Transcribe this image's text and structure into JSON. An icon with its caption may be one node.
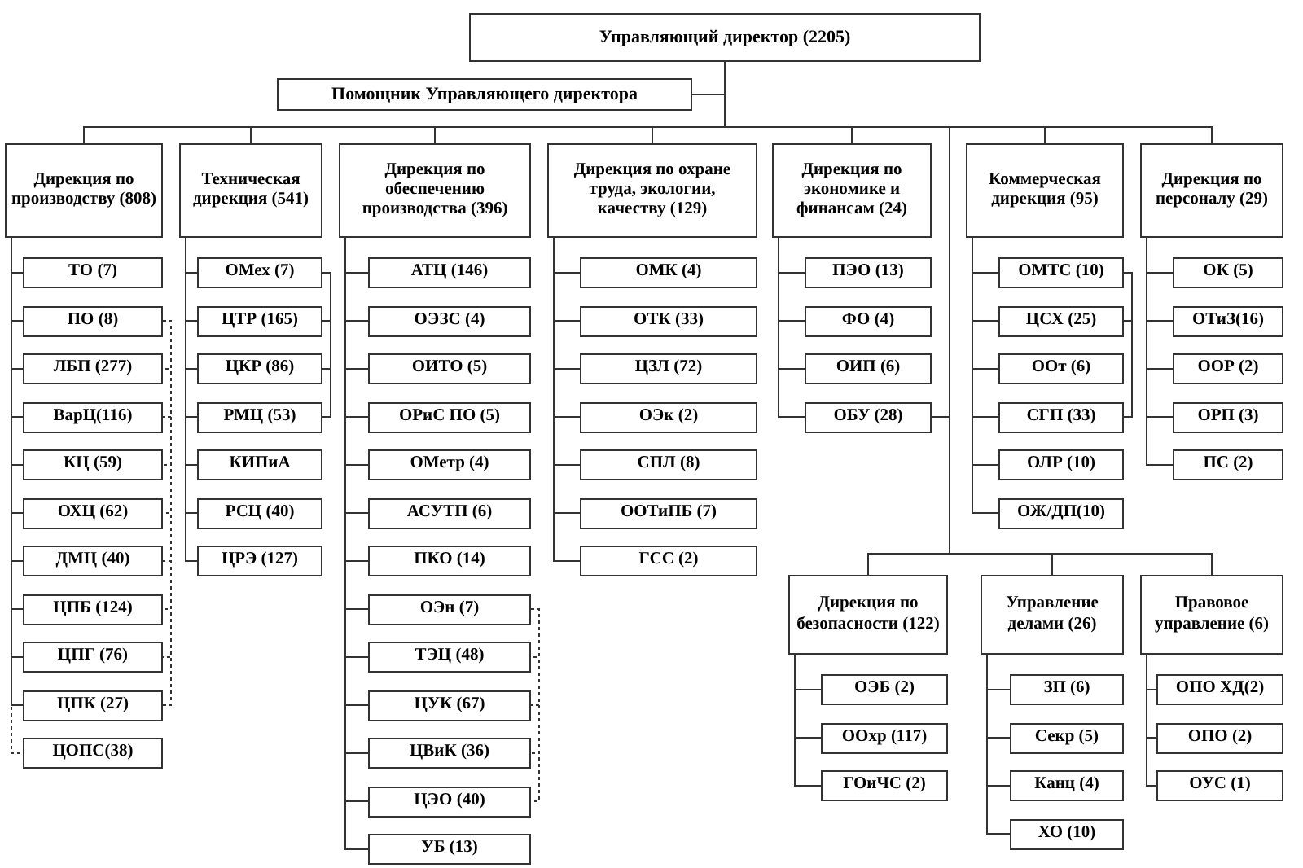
{
  "diagram": {
    "nodes": [
      {
        "text": [
          "Управляющий директор (2205)"
        ]
      },
      {
        "text": [
          "Помощник Управляющего директора"
        ]
      },
      {
        "text": [
          "Дирекция по производству (808)"
        ]
      },
      {
        "text": [
          "Техническая дирекция (541)"
        ]
      },
      {
        "text": [
          "Дирекция по обеспечению производства (396)"
        ]
      },
      {
        "text": [
          "Дирекция по охране труда, экологии, качеству (129)"
        ]
      },
      {
        "text": [
          "Дирекция по экономике и финансам (24)"
        ]
      },
      {
        "text": [
          "Коммерческая дирекция (95)"
        ]
      },
      {
        "text": [
          "Дирекция по персоналу (29)"
        ]
      },
      {
        "text": [
          "ТО (7)"
        ]
      },
      {
        "text": [
          "ПО (8)"
        ]
      },
      {
        "text": [
          "ЛБП (277)"
        ]
      },
      {
        "text": [
          "ВарЦ(116)"
        ]
      },
      {
        "text": [
          "КЦ (59)"
        ]
      },
      {
        "text": [
          "ОХЦ (62)"
        ]
      },
      {
        "text": [
          "ДМЦ (40)"
        ]
      },
      {
        "text": [
          "ЦПБ (124)"
        ]
      },
      {
        "text": [
          "ЦПГ (76)"
        ]
      },
      {
        "text": [
          "ЦПК (27)"
        ]
      },
      {
        "text": [
          "ЦОПС(38)"
        ]
      },
      {
        "text": [
          "ОМех (7)"
        ]
      },
      {
        "text": [
          "ЦТР (165)"
        ]
      },
      {
        "text": [
          "ЦКР (86)"
        ]
      },
      {
        "text": [
          "РМЦ (53)"
        ]
      },
      {
        "text": [
          "КИПиА"
        ]
      },
      {
        "text": [
          "РСЦ (40)"
        ]
      },
      {
        "text": [
          "ЦРЭ (127)"
        ]
      },
      {
        "text": [
          "АТЦ (146)"
        ]
      },
      {
        "text": [
          "ОЭЗС (4)"
        ]
      },
      {
        "text": [
          "ОИТО (5)"
        ]
      },
      {
        "text": [
          "ОРиС ПО (5)"
        ]
      },
      {
        "text": [
          "ОМетр (4)"
        ]
      },
      {
        "text": [
          "АСУТП (6)"
        ]
      },
      {
        "text": [
          "ПКО (14)"
        ]
      },
      {
        "text": [
          "ОЭн (7)"
        ]
      },
      {
        "text": [
          "ТЭЦ (48)"
        ]
      },
      {
        "text": [
          "ЦУК (67)"
        ]
      },
      {
        "text": [
          "ЦВиК (36)"
        ]
      },
      {
        "text": [
          "ЦЭО (40)"
        ]
      },
      {
        "text": [
          "УБ (13)"
        ]
      },
      {
        "text": [
          "ОМК (4)"
        ]
      },
      {
        "text": [
          "ОТК (33)"
        ]
      },
      {
        "text": [
          "ЦЗЛ (72)"
        ]
      },
      {
        "text": [
          "ОЭк (2)"
        ]
      },
      {
        "text": [
          "СПЛ (8)"
        ]
      },
      {
        "text": [
          "ООТиПБ (7)"
        ]
      },
      {
        "text": [
          "ГСС (2)"
        ]
      },
      {
        "text": [
          "ПЭО (13)"
        ]
      },
      {
        "text": [
          "ФО (4)"
        ]
      },
      {
        "text": [
          "ОИП (6)"
        ]
      },
      {
        "text": [
          "ОБУ (28)"
        ]
      },
      {
        "text": [
          "ОМТС (10)"
        ]
      },
      {
        "text": [
          "ЦСХ (25)"
        ]
      },
      {
        "text": [
          "ООт (6)"
        ]
      },
      {
        "text": [
          "СГП (33)"
        ]
      },
      {
        "text": [
          "ОЛР (10)"
        ]
      },
      {
        "text": [
          "ОЖ/ДП(10)"
        ]
      },
      {
        "text": [
          "ОК (5)"
        ]
      },
      {
        "text": [
          "ОТиЗ(16)"
        ]
      },
      {
        "text": [
          "ООР (2)"
        ]
      },
      {
        "text": [
          "ОРП (3)"
        ]
      },
      {
        "text": [
          "ПС (2)"
        ]
      },
      {
        "text": [
          "Дирекция по безопасности (122)"
        ]
      },
      {
        "text": [
          "ОЭБ (2)"
        ]
      },
      {
        "text": [
          "ООхр (117)"
        ]
      },
      {
        "text": [
          "ГОиЧС (2)"
        ]
      },
      {
        "text": [
          "Управление делами (26)"
        ]
      },
      {
        "text": [
          "ЗП (6)"
        ]
      },
      {
        "text": [
          "Секр (5)"
        ]
      },
      {
        "text": [
          "Канц (4)"
        ]
      },
      {
        "text": [
          "ХО (10)"
        ]
      },
      {
        "text": [
          "Правовое управление (6)"
        ]
      },
      {
        "text": [
          "ОПО ХД(2)"
        ]
      },
      {
        "text": [
          "ОПО (2)"
        ]
      },
      {
        "text": [
          "ОУС (1)"
        ]
      }
    ],
    "edges": [
      {
        "from": 0,
        "to": 1,
        "arrow": "none"
      },
      {
        "from": 0,
        "to": 2,
        "arrow": "none"
      },
      {
        "from": 0,
        "to": 3,
        "arrow": "none"
      },
      {
        "from": 0,
        "to": 4,
        "arrow": "none"
      },
      {
        "from": 0,
        "to": 5,
        "arrow": "none"
      },
      {
        "from": 0,
        "to": 6,
        "arrow": "none"
      },
      {
        "from": 0,
        "to": 7,
        "arrow": "none"
      },
      {
        "from": 0,
        "to": 8,
        "arrow": "none"
      },
      {
        "from": 0,
        "to": 62,
        "arrow": "none"
      },
      {
        "from": 0,
        "to": 66,
        "arrow": "none"
      },
      {
        "from": 0,
        "to": 71,
        "arrow": "none"
      },
      {
        "from": 0,
        "to": 50,
        "arrow": "none"
      },
      {
        "from": 2,
        "to": 9,
        "arrow": "none"
      },
      {
        "from": 2,
        "to": 10,
        "arrow": "none"
      },
      {
        "from": 2,
        "to": 11,
        "arrow": "none"
      },
      {
        "from": 2,
        "to": 12,
        "arrow": "none"
      },
      {
        "from": 2,
        "to": 13,
        "arrow": "none"
      },
      {
        "from": 2,
        "to": 14,
        "arrow": "none"
      },
      {
        "from": 2,
        "to": 15,
        "arrow": "none"
      },
      {
        "from": 2,
        "to": 16,
        "arrow": "none"
      },
      {
        "from": 2,
        "to": 17,
        "arrow": "none"
      },
      {
        "from": 2,
        "to": 18,
        "arrow": "none"
      },
      {
        "from": 2,
        "to": 19,
        "arrow": "none",
        "style": "dashed"
      },
      {
        "from": 10,
        "to": 11,
        "arrow": "none",
        "style": "dashed"
      },
      {
        "from": 10,
        "to": 12,
        "arrow": "none",
        "style": "dashed"
      },
      {
        "from": 10,
        "to": 13,
        "arrow": "none",
        "style": "dashed"
      },
      {
        "from": 10,
        "to": 14,
        "arrow": "none",
        "style": "dashed"
      },
      {
        "from": 10,
        "to": 15,
        "arrow": "none",
        "style": "dashed"
      },
      {
        "from": 10,
        "to": 16,
        "arrow": "none",
        "style": "dashed"
      },
      {
        "from": 10,
        "to": 17,
        "arrow": "none",
        "style": "dashed"
      },
      {
        "from": 10,
        "to": 18,
        "arrow": "none",
        "style": "dashed"
      },
      {
        "from": 3,
        "to": 20,
        "arrow": "none"
      },
      {
        "from": 3,
        "to": 21,
        "arrow": "none"
      },
      {
        "from": 3,
        "to": 22,
        "arrow": "none"
      },
      {
        "from": 3,
        "to": 23,
        "arrow": "none"
      },
      {
        "from": 3,
        "to": 24,
        "arrow": "none"
      },
      {
        "from": 3,
        "to": 25,
        "arrow": "none"
      },
      {
        "from": 3,
        "to": 26,
        "arrow": "none"
      },
      {
        "from": 20,
        "to": 21,
        "arrow": "none"
      },
      {
        "from": 20,
        "to": 22,
        "arrow": "none"
      },
      {
        "from": 20,
        "to": 23,
        "arrow": "none"
      },
      {
        "from": 4,
        "to": 27,
        "arrow": "none"
      },
      {
        "from": 4,
        "to": 28,
        "arrow": "none"
      },
      {
        "from": 4,
        "to": 29,
        "arrow": "none"
      },
      {
        "from": 4,
        "to": 30,
        "arrow": "none"
      },
      {
        "from": 4,
        "to": 31,
        "arrow": "none"
      },
      {
        "from": 4,
        "to": 32,
        "arrow": "none"
      },
      {
        "from": 4,
        "to": 33,
        "arrow": "none"
      },
      {
        "from": 4,
        "to": 34,
        "arrow": "none"
      },
      {
        "from": 4,
        "to": 35,
        "arrow": "none"
      },
      {
        "from": 4,
        "to": 36,
        "arrow": "none"
      },
      {
        "from": 4,
        "to": 37,
        "arrow": "none"
      },
      {
        "from": 4,
        "to": 38,
        "arrow": "none"
      },
      {
        "from": 4,
        "to": 39,
        "arrow": "none"
      },
      {
        "from": 34,
        "to": 35,
        "arrow": "none",
        "style": "dashed"
      },
      {
        "from": 34,
        "to": 36,
        "arrow": "none",
        "style": "dashed"
      },
      {
        "from": 34,
        "to": 37,
        "arrow": "none",
        "style": "dashed"
      },
      {
        "from": 34,
        "to": 38,
        "arrow": "none",
        "style": "dashed"
      },
      {
        "from": 5,
        "to": 40,
        "arrow": "none"
      },
      {
        "from": 5,
        "to": 41,
        "arrow": "none"
      },
      {
        "from": 5,
        "to": 42,
        "arrow": "none"
      },
      {
        "from": 5,
        "to": 43,
        "arrow": "none"
      },
      {
        "from": 5,
        "to": 44,
        "arrow": "none"
      },
      {
        "from": 5,
        "to": 45,
        "arrow": "none"
      },
      {
        "from": 5,
        "to": 46,
        "arrow": "none"
      },
      {
        "from": 6,
        "to": 47,
        "arrow": "none"
      },
      {
        "from": 6,
        "to": 48,
        "arrow": "none"
      },
      {
        "from": 6,
        "to": 49,
        "arrow": "none"
      },
      {
        "from": 6,
        "to": 50,
        "arrow": "none"
      },
      {
        "from": 7,
        "to": 51,
        "arrow": "none"
      },
      {
        "from": 7,
        "to": 52,
        "arrow": "none"
      },
      {
        "from": 7,
        "to": 53,
        "arrow": "none"
      },
      {
        "from": 7,
        "to": 54,
        "arrow": "none"
      },
      {
        "from": 7,
        "to": 55,
        "arrow": "none"
      },
      {
        "from": 7,
        "to": 56,
        "arrow": "none"
      },
      {
        "from": 51,
        "to": 52,
        "arrow": "none"
      },
      {
        "from": 51,
        "to": 54,
        "arrow": "none"
      },
      {
        "from": 8,
        "to": 57,
        "arrow": "none"
      },
      {
        "from": 8,
        "to": 58,
        "arrow": "none"
      },
      {
        "from": 8,
        "to": 59,
        "arrow": "none"
      },
      {
        "from": 8,
        "to": 60,
        "arrow": "none"
      },
      {
        "from": 8,
        "to": 61,
        "arrow": "none"
      },
      {
        "from": 62,
        "to": 63,
        "arrow": "none"
      },
      {
        "from": 62,
        "to": 64,
        "arrow": "none"
      },
      {
        "from": 62,
        "to": 65,
        "arrow": "none"
      },
      {
        "from": 66,
        "to": 67,
        "arrow": "none"
      },
      {
        "from": 66,
        "to": 68,
        "arrow": "none"
      },
      {
        "from": 66,
        "to": 69,
        "arrow": "none"
      },
      {
        "from": 66,
        "to": 70,
        "arrow": "none"
      },
      {
        "from": 71,
        "to": 72,
        "arrow": "none"
      },
      {
        "from": 71,
        "to": 73,
        "arrow": "none"
      },
      {
        "from": 71,
        "to": 74,
        "arrow": "none"
      }
    ]
  }
}
